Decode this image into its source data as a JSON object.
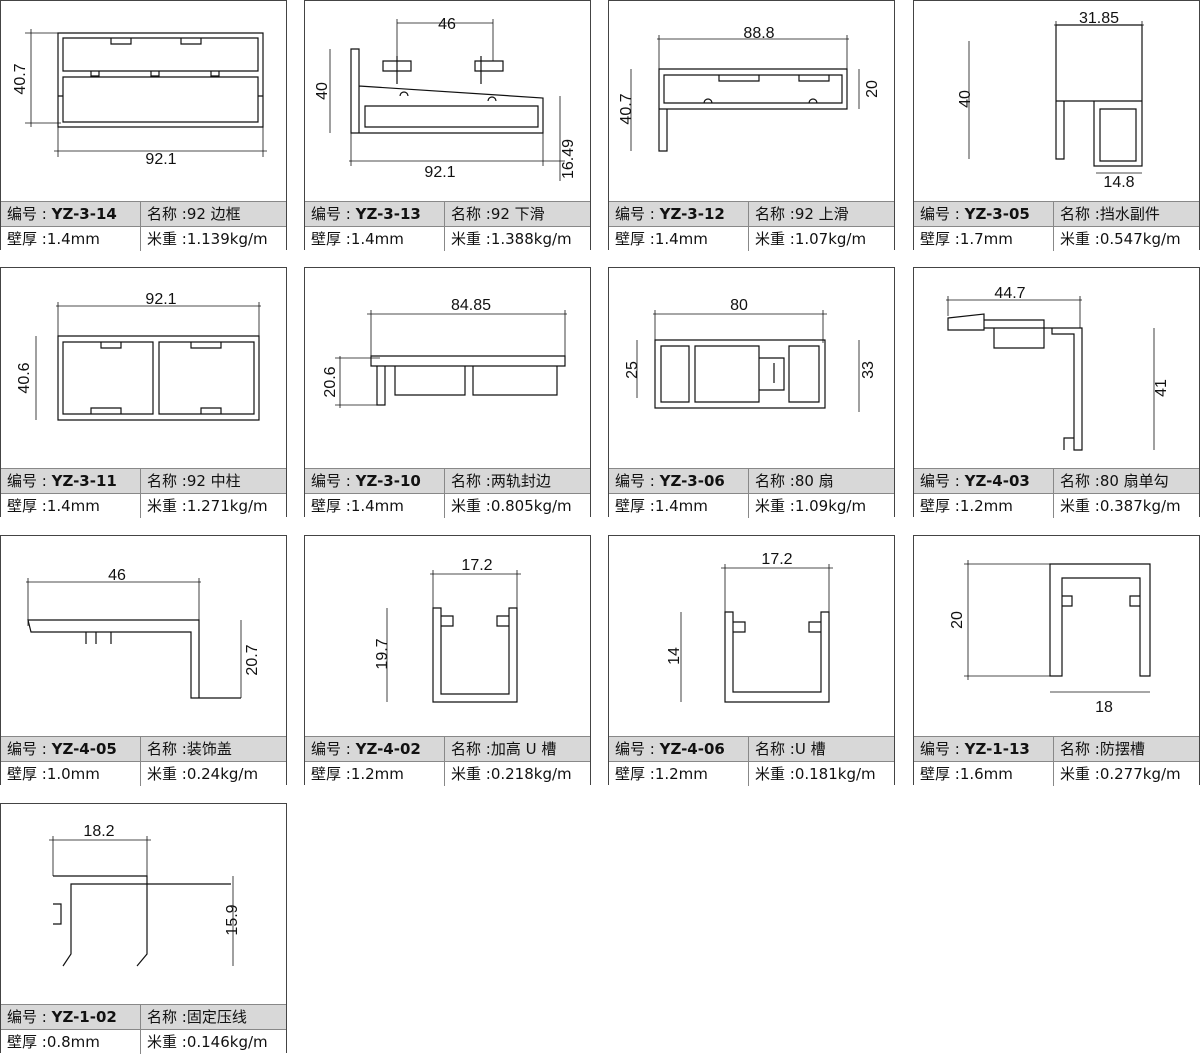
{
  "labels": {
    "code": "编号 :",
    "name": "名称 :",
    "thickness": "壁厚 :",
    "weight": "米重 :"
  },
  "items": [
    {
      "code": "YZ-3-14",
      "name": "92 边框",
      "thickness": "1.4mm",
      "weight": "1.139kg/m",
      "dims": [
        "40.7",
        "92.1"
      ]
    },
    {
      "code": "YZ-3-13",
      "name": "92 下滑",
      "thickness": "1.4mm",
      "weight": "1.388kg/m",
      "dims": [
        "46",
        "40",
        "92.1",
        "16.49"
      ]
    },
    {
      "code": "YZ-3-12",
      "name": "92 上滑",
      "thickness": "1.4mm",
      "weight": "1.07kg/m",
      "dims": [
        "88.8",
        "40.7",
        "20"
      ]
    },
    {
      "code": "YZ-3-05",
      "name": "挡水副件",
      "thickness": "1.7mm",
      "weight": "0.547kg/m",
      "dims": [
        "31.85",
        "40",
        "14.8"
      ]
    },
    {
      "code": "YZ-3-11",
      "name": "92 中柱",
      "thickness": "1.4mm",
      "weight": "1.271kg/m",
      "dims": [
        "92.1",
        "40.6"
      ]
    },
    {
      "code": "YZ-3-10",
      "name": "两轨封边",
      "thickness": "1.4mm",
      "weight": "0.805kg/m",
      "dims": [
        "84.85",
        "20.6"
      ]
    },
    {
      "code": "YZ-3-06",
      "name": "80 扇",
      "thickness": "1.4mm",
      "weight": "1.09kg/m",
      "dims": [
        "80",
        "25",
        "33"
      ]
    },
    {
      "code": "YZ-4-03",
      "name": "80 扇单勾",
      "thickness": "1.2mm",
      "weight": "0.387kg/m",
      "dims": [
        "44.7",
        "41"
      ]
    },
    {
      "code": "YZ-4-05",
      "name": "装饰盖",
      "thickness": "1.0mm",
      "weight": "0.24kg/m",
      "dims": [
        "46",
        "20.7"
      ]
    },
    {
      "code": "YZ-4-02",
      "name": "加高 U 槽",
      "thickness": "1.2mm",
      "weight": "0.218kg/m",
      "dims": [
        "17.2",
        "19.7"
      ]
    },
    {
      "code": "YZ-4-06",
      "name": "U 槽",
      "thickness": "1.2mm",
      "weight": "0.181kg/m",
      "dims": [
        "17.2",
        "14"
      ]
    },
    {
      "code": "YZ-1-13",
      "name": "防摆槽",
      "thickness": "1.6mm",
      "weight": "0.277kg/m",
      "dims": [
        "20",
        "18"
      ]
    },
    {
      "code": "YZ-1-02",
      "name": "固定压线",
      "thickness": "0.8mm",
      "weight": "0.146kg/m",
      "dims": [
        "18.2",
        "15.9"
      ]
    }
  ]
}
